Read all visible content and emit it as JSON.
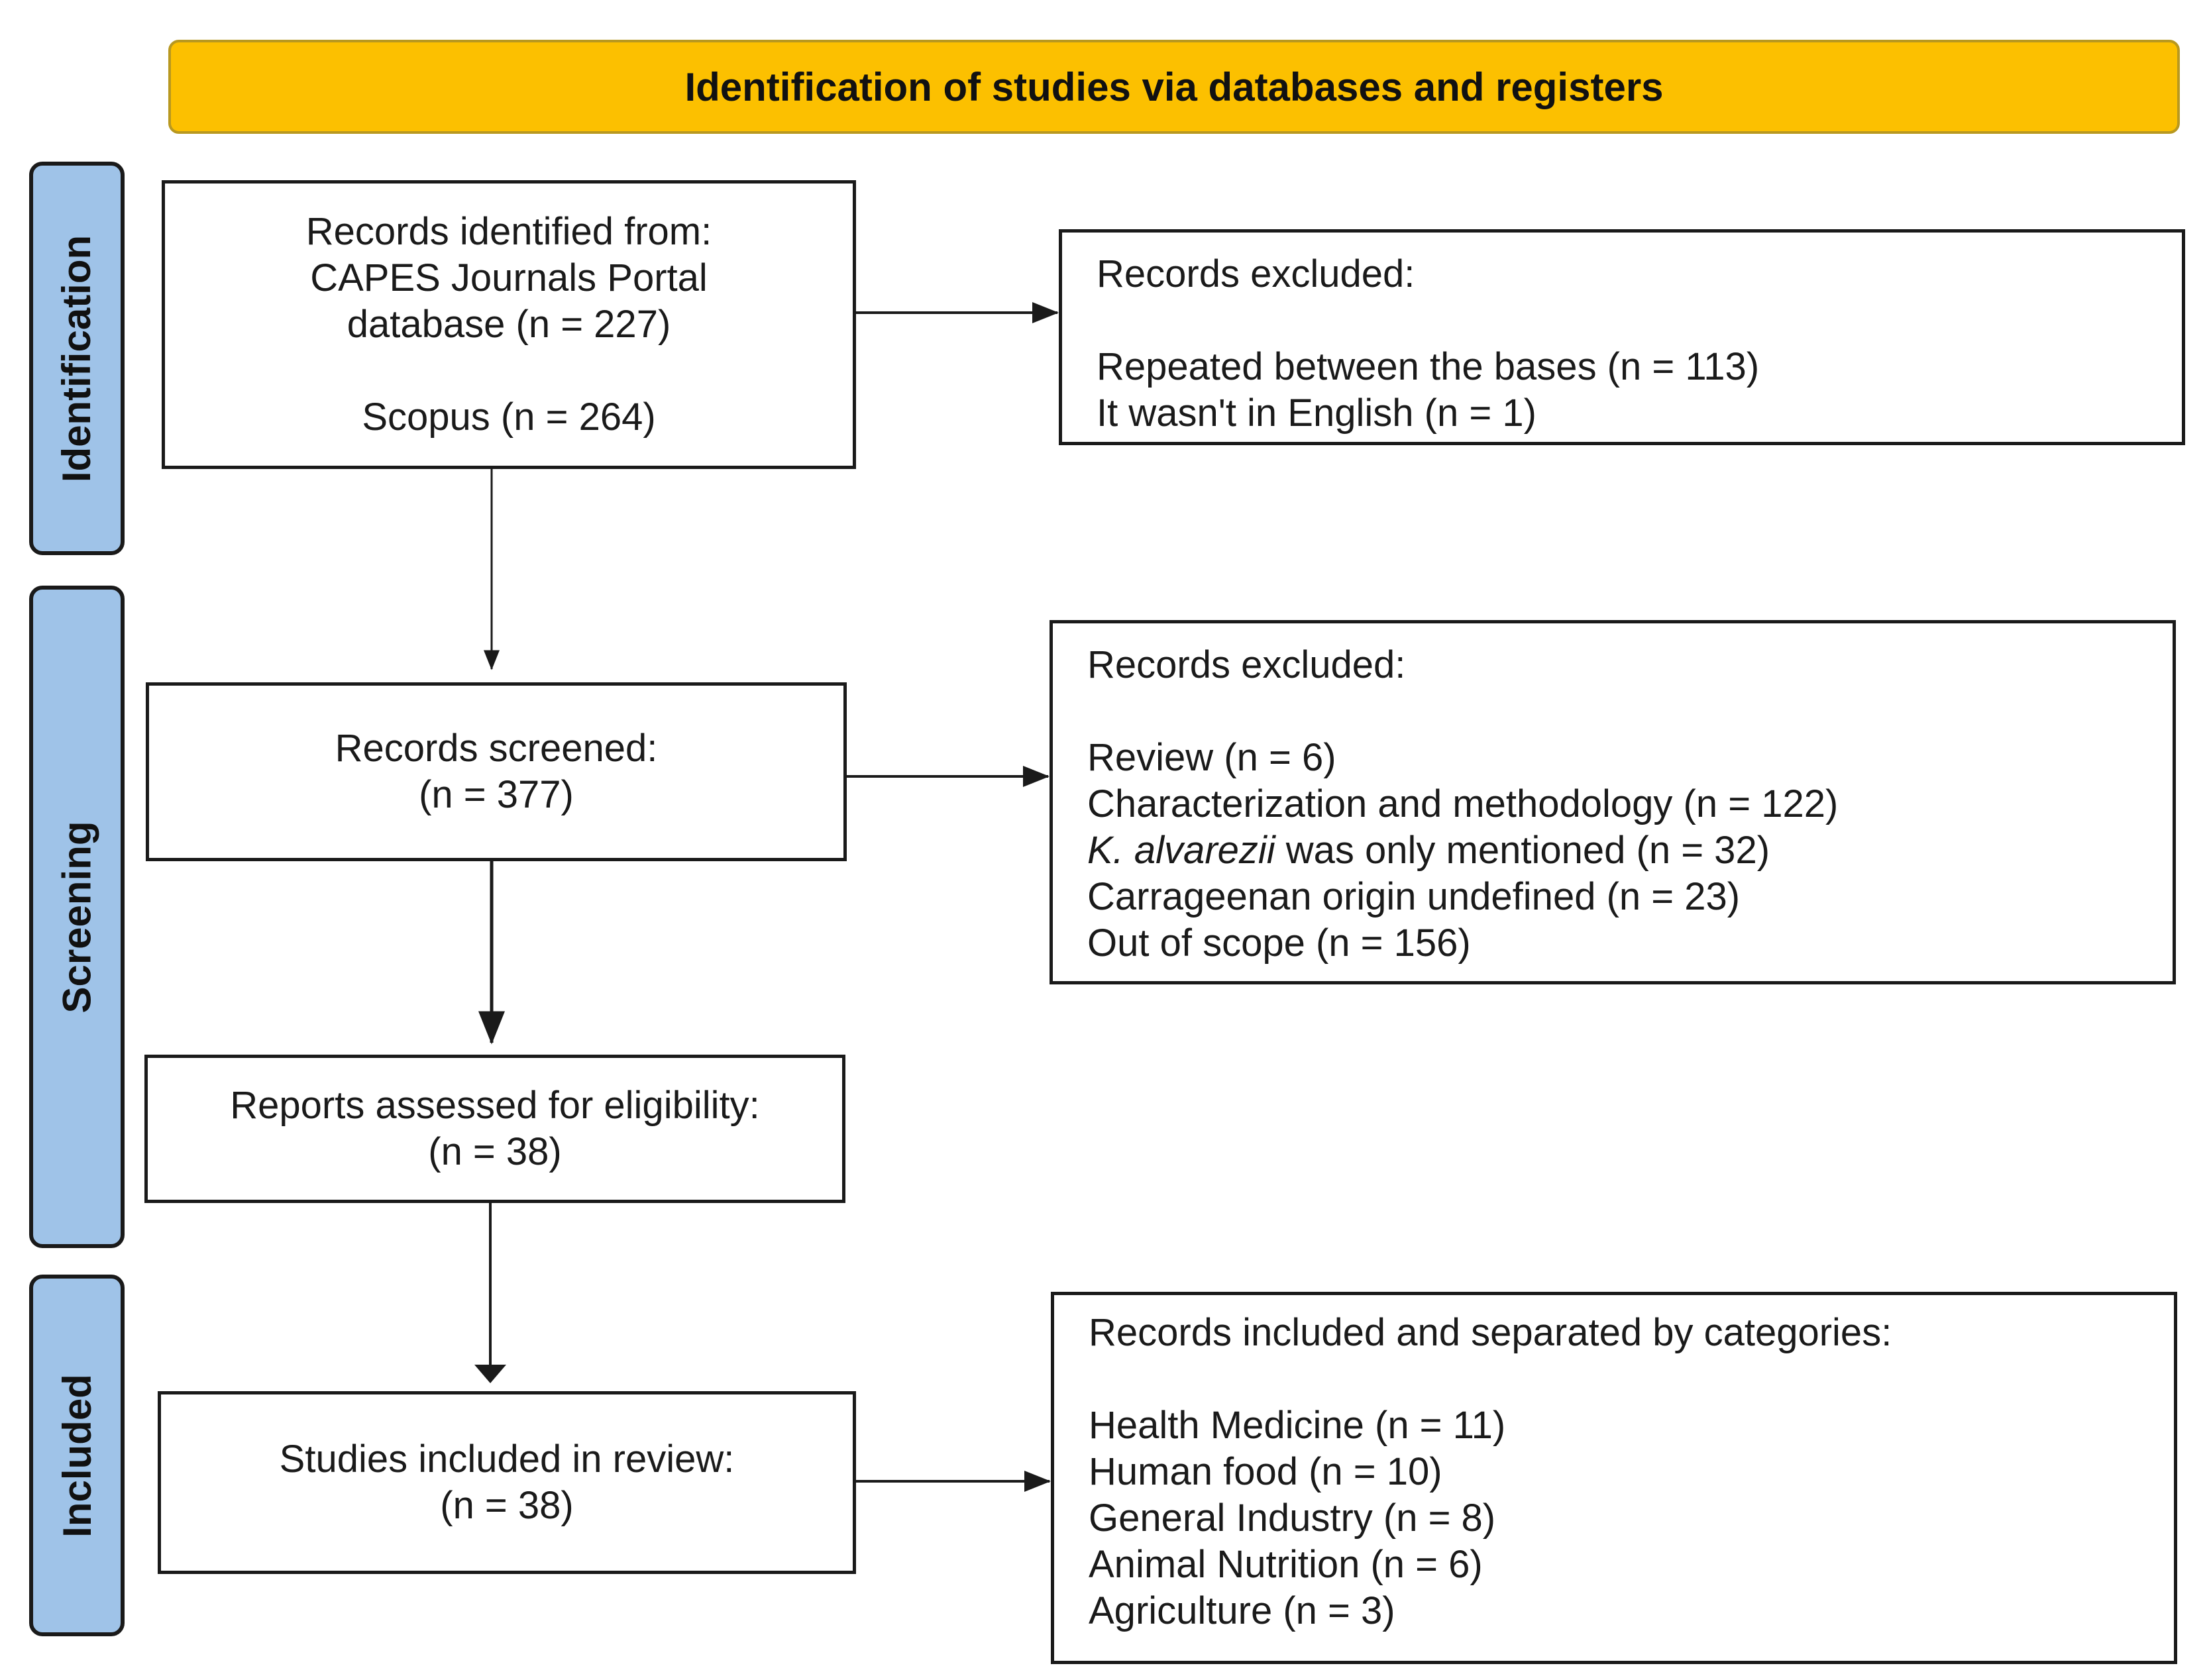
{
  "header": {
    "title": "Identification of studies via databases and registers"
  },
  "phases": {
    "identification": "Identification",
    "screening": "Screening",
    "included": "Included"
  },
  "identification_box": {
    "line1": "Records identified from:",
    "line2": "CAPES Journals Portal",
    "line3": "database (n = 227)",
    "line4": "Scopus (n = 264)"
  },
  "excluded_1": {
    "heading": "Records excluded:",
    "items": [
      "Repeated between the bases (n = 113)",
      "It wasn't in English (n = 1)"
    ]
  },
  "screened_box": {
    "line1": "Records screened:",
    "line2": "(n = 377)"
  },
  "excluded_2": {
    "heading": "Records excluded:",
    "items": [
      "Review (n = 6)",
      "Characterization and methodology (n = 122)",
      "Carrageenan origin undefined (n = 23)",
      "Out of scope (n = 156)"
    ],
    "species_italic": "K. alvarezii",
    "species_rest": " was only mentioned (n = 32)"
  },
  "eligibility_box": {
    "line1": "Reports assessed for eligibility:",
    "line2": "(n = 38)"
  },
  "included_box": {
    "line1": "Studies included in review:",
    "line2": "(n = 38)"
  },
  "categories": {
    "heading": "Records included and separated by categories:",
    "items": [
      "Health Medicine (n = 11)",
      "Human food (n = 10)",
      "General Industry (n = 8)",
      "Animal Nutrition (n = 6)",
      "Agriculture (n = 3)"
    ]
  }
}
